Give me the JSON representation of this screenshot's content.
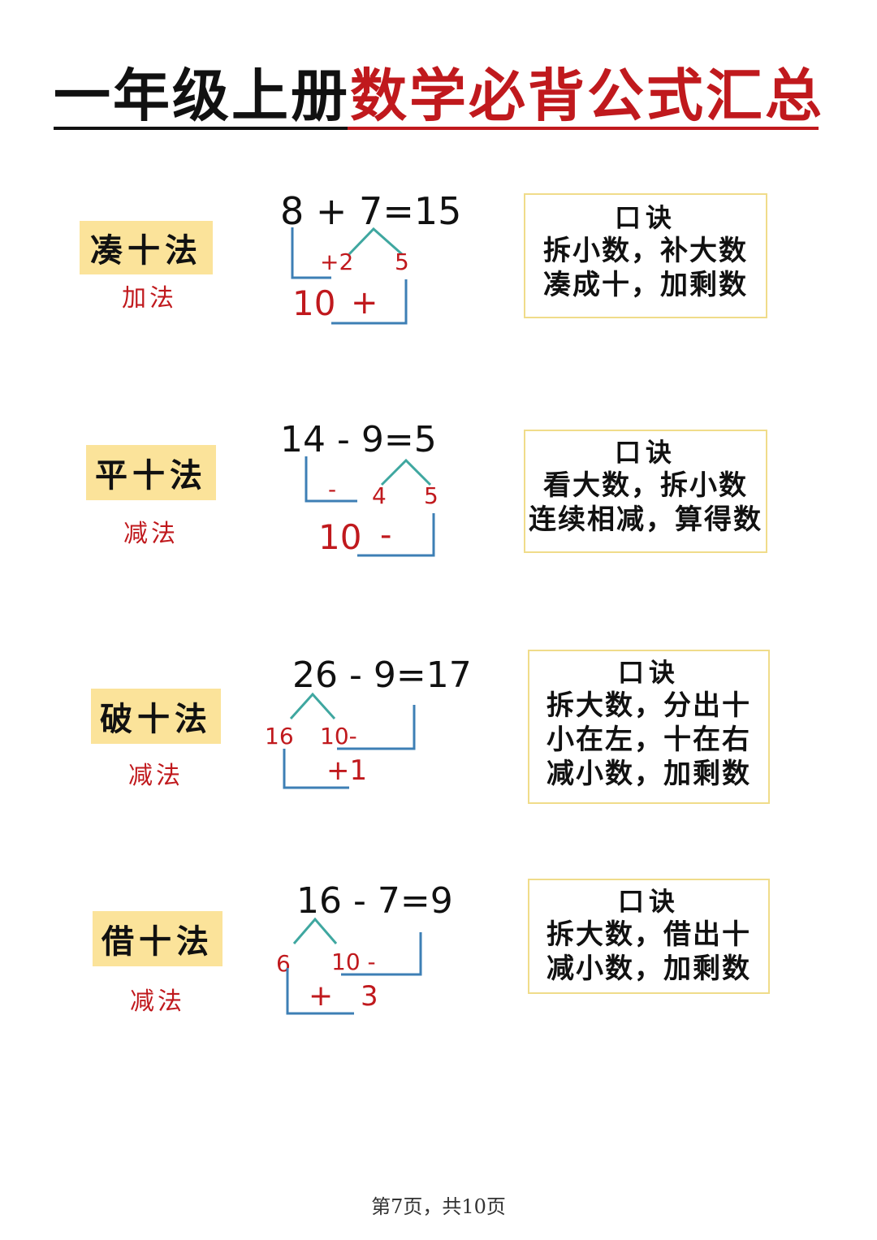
{
  "title": {
    "part1": "一年级上册",
    "part2": "数学必背公式汇总"
  },
  "sections": [
    {
      "method": "凑十法",
      "operation": "加法",
      "equation": "8 + 7=15",
      "diagram": {
        "split1": "+2",
        "split2": "5",
        "bottom_left": "10",
        "bottom_op": "+"
      },
      "tip": {
        "title": "口诀",
        "lines": [
          "拆小数，补大数",
          "凑成十，加剩数"
        ]
      }
    },
    {
      "method": "平十法",
      "operation": "减法",
      "equation": "14 - 9=5",
      "diagram": {
        "minus_mark": "-",
        "split1": "4",
        "split2": "5",
        "bottom_left": "10",
        "bottom_op": "-"
      },
      "tip": {
        "title": "口诀",
        "lines": [
          "看大数，拆小数",
          "连续相减，算得数"
        ]
      }
    },
    {
      "method": "破十法",
      "operation": "减法",
      "equation": "26 - 9=17",
      "diagram": {
        "split1": "16",
        "split2": "10-",
        "bottom_right": "+1"
      },
      "tip": {
        "title": "口诀",
        "lines": [
          "拆大数，分出十",
          "小在左，十在右",
          "减小数，加剩数"
        ]
      }
    },
    {
      "method": "借十法",
      "operation": "减法",
      "equation": "16 - 7=9",
      "diagram": {
        "split1": "6",
        "split2": "10 -",
        "bottom_op": "+",
        "bottom_right": "3"
      },
      "tip": {
        "title": "口诀",
        "lines": [
          "拆大数，借出十",
          "减小数，加剩数"
        ]
      }
    }
  ],
  "footer": "第7页，共10页",
  "colors": {
    "accent_red": "#c0191d",
    "label_yellow": "#fbe39a",
    "line_blue": "#3d7fb5",
    "branch_teal": "#3fa7a0"
  }
}
